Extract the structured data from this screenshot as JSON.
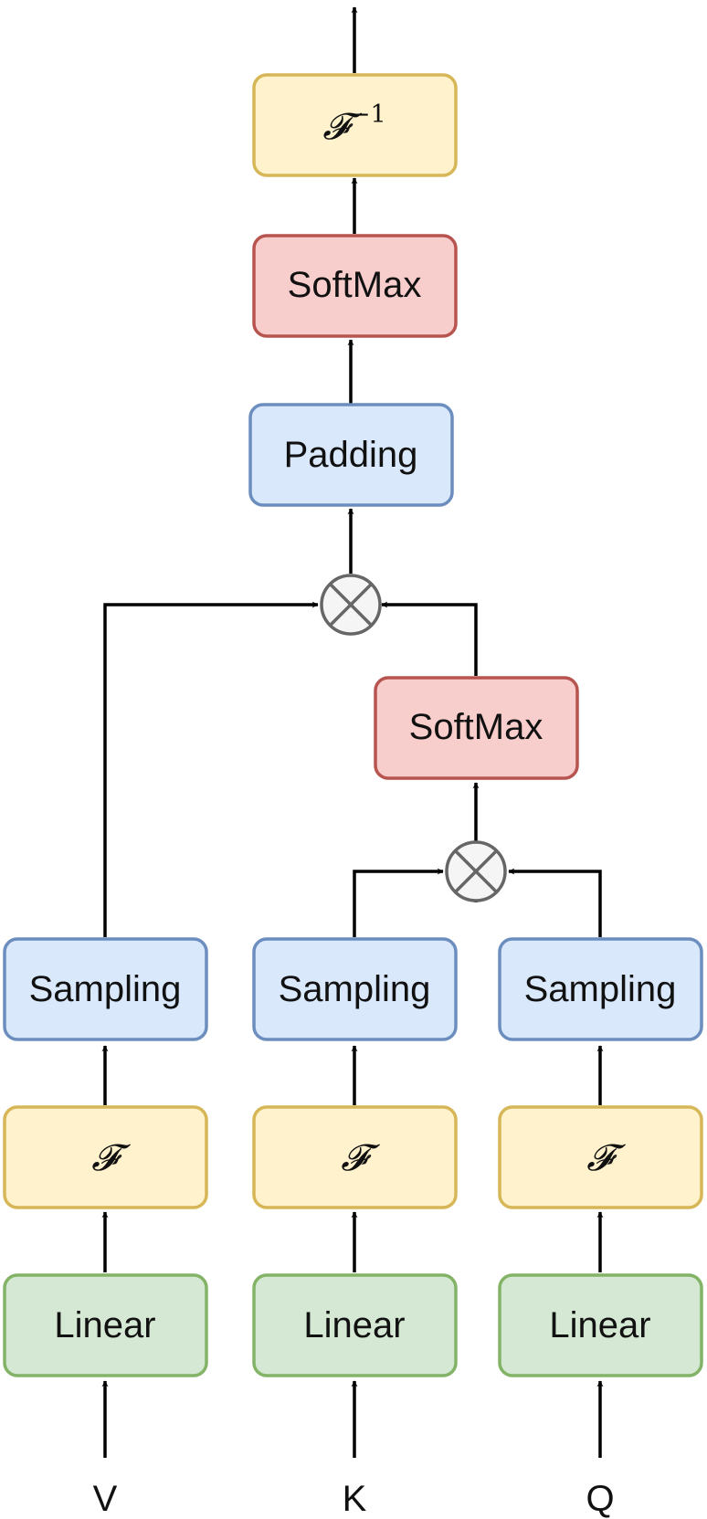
{
  "colors": {
    "linear": {
      "fill": "#d5e8d4",
      "stroke": "#82b366"
    },
    "fourier": {
      "fill": "#fff2cc",
      "stroke": "#d6b656"
    },
    "sampling": {
      "fill": "#dae8fc",
      "stroke": "#6c8ebf"
    },
    "softmax": {
      "fill": "#f8cecc",
      "stroke": "#b85450"
    },
    "padding": {
      "fill": "#dae8fc",
      "stroke": "#6c8ebf"
    },
    "operator": {
      "fill": "#f5f5f5",
      "stroke": "#666666"
    },
    "arrow": "#000000"
  },
  "inputs": {
    "v": "V",
    "k": "K",
    "q": "Q"
  },
  "blocks": {
    "linear": "Linear",
    "fourier": "𝓕",
    "sampling": "Sampling",
    "softmax": "SoftMax",
    "padding": "Padding",
    "inverse_fourier": "𝓕",
    "inverse_fourier_exponent": "−1"
  },
  "operators": {
    "multiply_icon": "circled-times-icon"
  }
}
